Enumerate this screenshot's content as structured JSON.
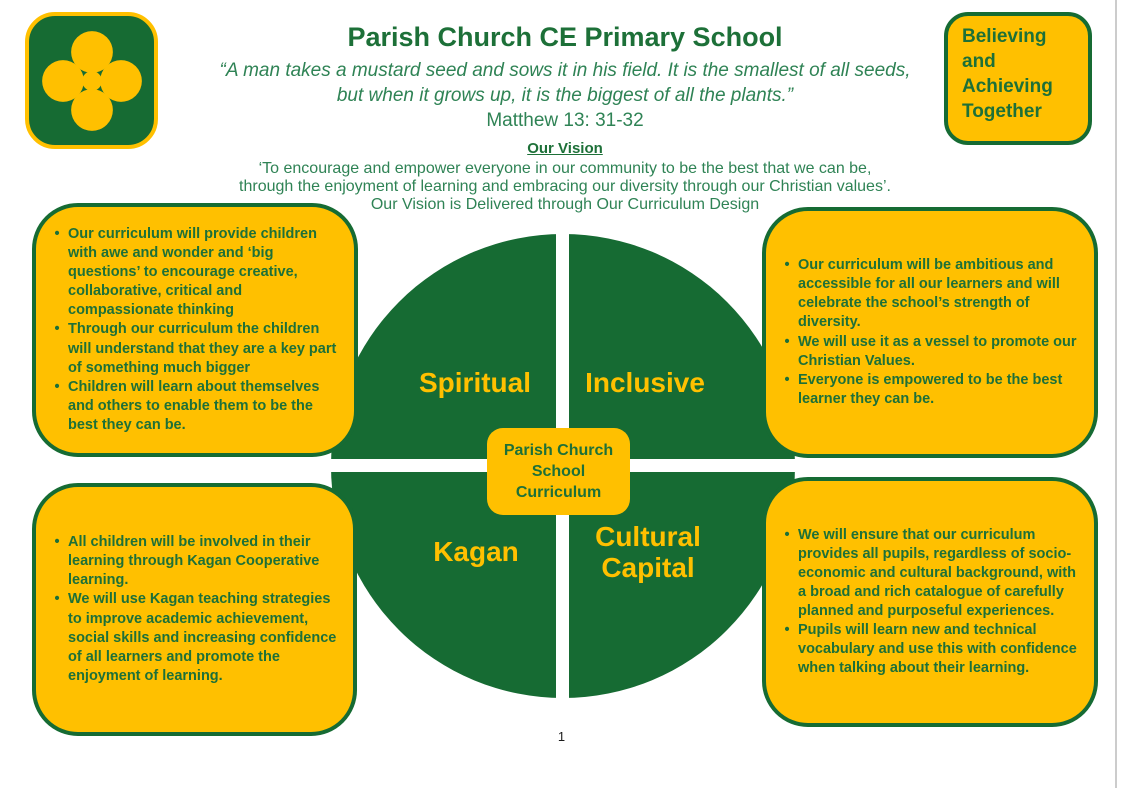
{
  "colors": {
    "green": "#166B33",
    "green_text": "#1D7038",
    "green_mid": "#2F8355",
    "yellow": "#FFC000",
    "page_edge": "#CCCCCC"
  },
  "logo": {
    "icon": "four-petal-clover"
  },
  "header": {
    "title": "Parish Church CE Primary School",
    "quote_line1": "“A man takes a mustard seed and sows it in his field. It is the smallest of all seeds,",
    "quote_line2": "but when it grows up, it is the biggest of all the plants.”",
    "reference": "Matthew 13: 31-32",
    "vision_heading": "Our Vision",
    "vision_line1": "‘To encourage and empower everyone in our community to be the best that we can be,",
    "vision_line2": "through the enjoyment of learning and embracing our diversity through our Christian values’.",
    "vision_line3": "Our Vision is Delivered through Our Curriculum Design"
  },
  "badge": {
    "text": "Believing and Achieving Together"
  },
  "diagram": {
    "quadrants": [
      {
        "label": "Spiritual"
      },
      {
        "label": "Inclusive"
      },
      {
        "label": "Kagan"
      },
      {
        "label": "Cultural Capital"
      }
    ],
    "center_line1": "Parish Church",
    "center_line2": "School",
    "center_line3": "Curriculum"
  },
  "panels": {
    "top_left": {
      "bullets": [
        "Our curriculum will provide children with awe and wonder and ‘big questions’ to encourage creative, collaborative, critical and compassionate thinking",
        "Through our curriculum the children will understand that they are a key part of something much bigger",
        "Children will learn about themselves and others to enable them to be the best they can be."
      ]
    },
    "top_right": {
      "bullets": [
        "Our curriculum will be ambitious and accessible for all our learners and will celebrate the school’s strength of diversity.",
        "We will use it as a vessel to promote our Christian Values.",
        "Everyone is empowered to be the best learner they can be."
      ]
    },
    "bottom_left": {
      "bullets": [
        "All children will be involved in their learning through Kagan Cooperative learning.",
        "We will use Kagan teaching strategies to improve academic achievement, social skills and increasing confidence of all learners and promote the enjoyment of learning."
      ]
    },
    "bottom_right": {
      "bullets": [
        "We will ensure that our curriculum provides all pupils, regardless of socio-economic and cultural background, with a broad and rich catalogue of carefully planned and purposeful experiences.",
        "Pupils will learn new and technical vocabulary and use this with confidence when talking about their learning."
      ]
    }
  },
  "footer": {
    "page_number": "1"
  }
}
